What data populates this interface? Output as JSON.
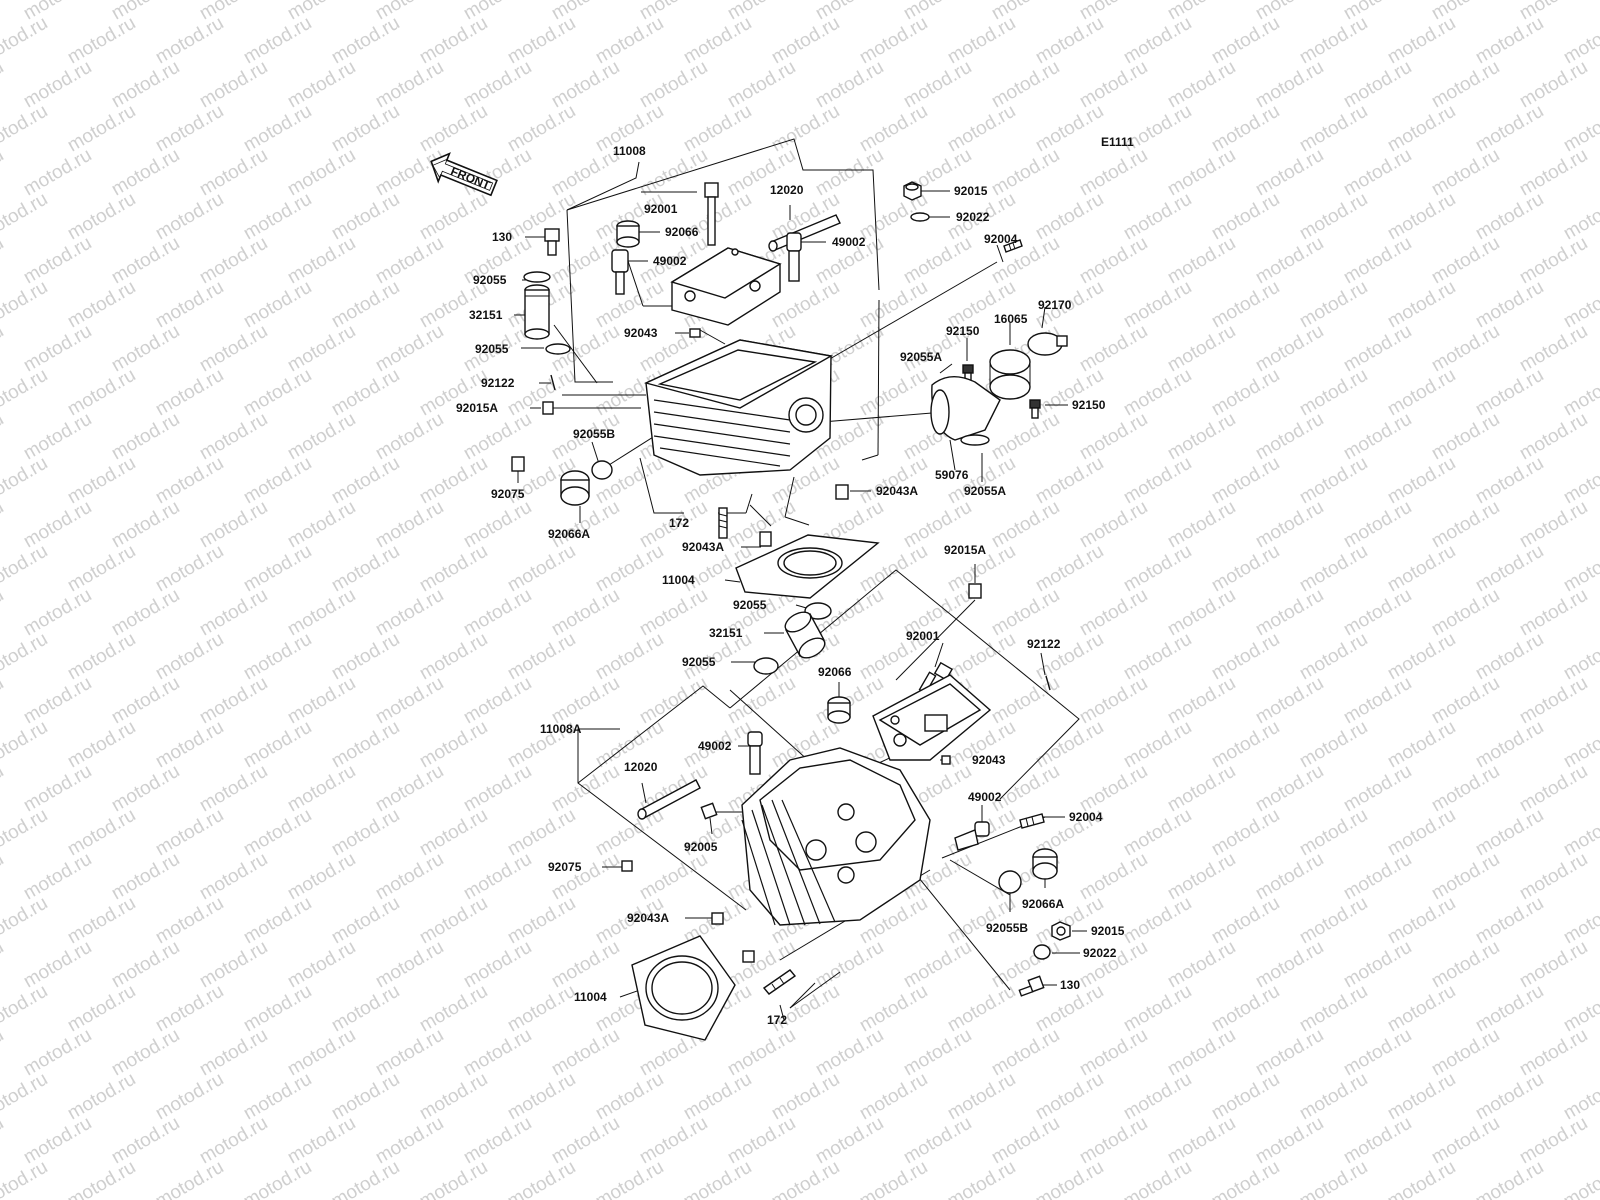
{
  "diagram": {
    "code": "E1111",
    "front_label": "FRONT",
    "watermark": "motod.ru",
    "callouts": {
      "p11008": "11008",
      "p92001_top": "92001",
      "p12020_top": "12020",
      "p92015_top": "92015",
      "p92022_top": "92022",
      "p92066_top": "92066",
      "p130_top": "130",
      "p49002_top_l": "49002",
      "p49002_top_r": "49002",
      "p92004_top": "92004",
      "p92055_a": "92055",
      "p32151_top": "32151",
      "p92170": "92170",
      "p16065": "16065",
      "p92150_a": "92150",
      "p92043_top": "92043",
      "p92055_b": "92055",
      "p92055A_top": "92055A",
      "p92122_top": "92122",
      "p92150_b": "92150",
      "p92015A_top": "92015A",
      "p92055B_top": "92055B",
      "p59076": "59076",
      "p92055A_bot": "92055A",
      "p92043A_r": "92043A",
      "p92075_top": "92075",
      "p92066A_top": "92066A",
      "p172_top": "172",
      "p92043A_c": "92043A",
      "p92015A_mid": "92015A",
      "p11004_top": "11004",
      "p92055_c": "92055",
      "p32151_bot": "32151",
      "p92001_bot": "92001",
      "p92122_bot": "92122",
      "p92055_d": "92055",
      "p92066_bot": "92066",
      "p11008A": "11008A",
      "p49002_bot_l": "49002",
      "p92043_bot": "92043",
      "p12020_bot": "12020",
      "p49002_bot_r": "49002",
      "p92004_bot": "92004",
      "p92005": "92005",
      "p92075_bot": "92075",
      "p92066A_bot": "92066A",
      "p92043A_bot": "92043A",
      "p92055B_bot": "92055B",
      "p92015_bot": "92015",
      "p92022_bot": "92022",
      "p11004_bot": "11004",
      "p130_bot": "130",
      "p172_bot": "172"
    }
  }
}
